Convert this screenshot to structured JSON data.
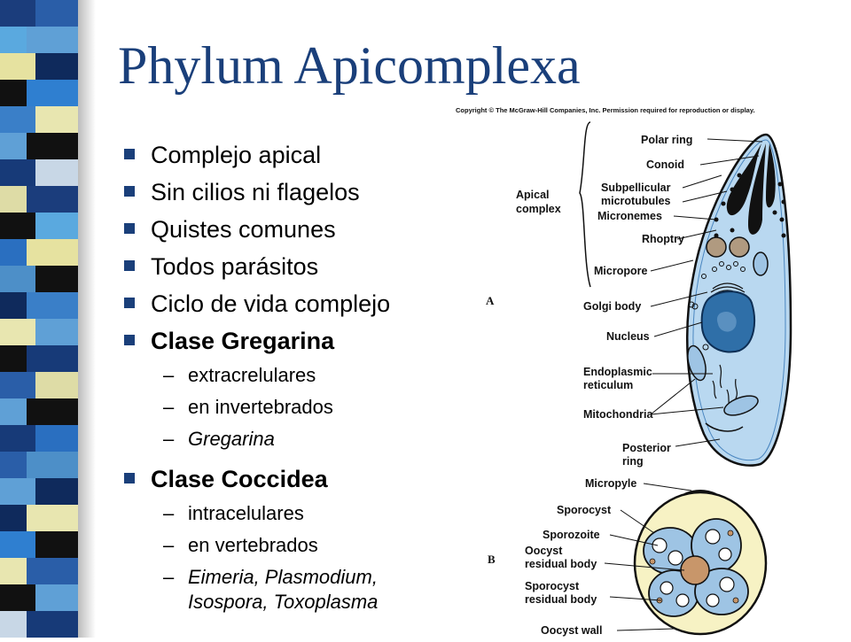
{
  "slide": {
    "title": "Phylum Apicomplexa",
    "accent_color": "#1a3f7a",
    "stripe_colors": [
      "#2a5ea8",
      "#5fa0d6",
      "#0f2a5c",
      "#2f7fd0",
      "#e8e6b0",
      "#111111",
      "#c8d7e6",
      "#1b3d7c",
      "#5aa9df",
      "#e6e2a0",
      "#111111",
      "#3a7fc8",
      "#5fa0d6",
      "#173a78",
      "#dedca6",
      "#111111",
      "#2a6fc0",
      "#4d8fc8",
      "#0f2a5c",
      "#e8e6b0",
      "#111111",
      "#2a5ea8",
      "#5fa0d6",
      "#173a78"
    ]
  },
  "bullets": [
    {
      "level": 1,
      "text": "Complejo apical",
      "bold": false
    },
    {
      "level": 1,
      "text": "Sin cilios ni flagelos",
      "bold": false
    },
    {
      "level": 1,
      "text": "Quistes comunes",
      "bold": false
    },
    {
      "level": 1,
      "text": "Todos parásitos",
      "bold": false
    },
    {
      "level": 1,
      "text": "Ciclo de vida complejo",
      "bold": false
    },
    {
      "level": 1,
      "text": "Clase Gregarina",
      "bold": true
    },
    {
      "level": 2,
      "text": "extracrelulares"
    },
    {
      "level": 2,
      "text": "en invertebrados"
    },
    {
      "level": 2,
      "text": "Gregarina",
      "italic": true
    },
    {
      "level": 1,
      "text": "Clase Coccidea",
      "bold": true
    },
    {
      "level": 2,
      "text": "intracelulares"
    },
    {
      "level": 2,
      "text": "en vertebrados"
    },
    {
      "level": 2,
      "lines": [
        "Eimeria, Plasmodium,",
        "Isospora, Toxoplasma"
      ],
      "italic": true
    }
  ],
  "figure": {
    "copyright": "Copyright © The McGraw-Hill Companies, Inc. Permission required for reproduction or display.",
    "panel_a": "A",
    "panel_b": "B",
    "apical_complex": [
      "Apical",
      "complex"
    ],
    "labels_a": {
      "polar_ring": "Polar ring",
      "conoid": "Conoid",
      "subpellicular": [
        "Subpellicular",
        "microtubules"
      ],
      "micronemes": "Micronemes",
      "rhoptry": "Rhoptry",
      "micropore": "Micropore",
      "golgi": "Golgi body",
      "nucleus": "Nucleus",
      "er": [
        "Endoplasmic",
        "reticulum"
      ],
      "mitochondria": "Mitochondria",
      "posterior_ring": [
        "Posterior",
        "ring"
      ]
    },
    "labels_b": {
      "micropyle": "Micropyle",
      "sporocyst": "Sporocyst",
      "sporozoite": "Sporozoite",
      "oocyst_residual": [
        "Oocyst",
        "residual body"
      ],
      "sporocyst_residual": [
        "Sporocyst",
        "residual body"
      ],
      "oocyst_wall": "Oocyst wall"
    }
  }
}
